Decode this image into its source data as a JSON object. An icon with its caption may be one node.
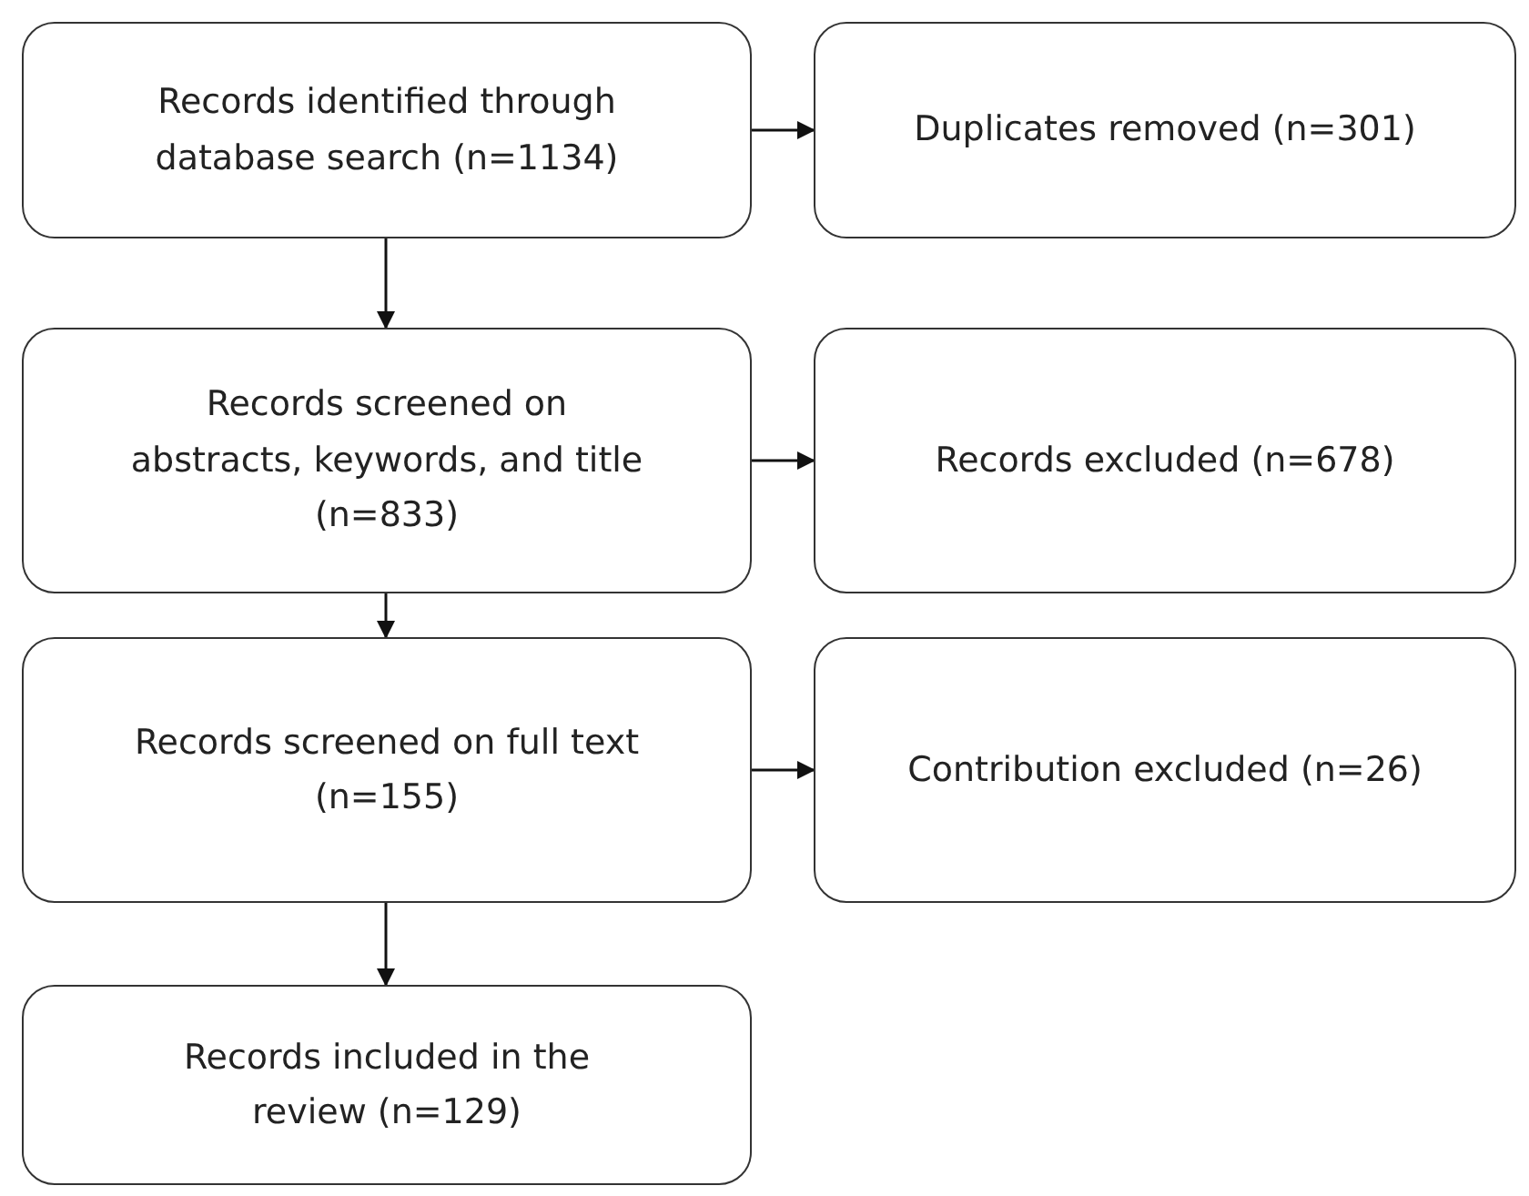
{
  "diagram": {
    "nodes": [
      {
        "text": [
          "Records identified through database search (n=1134)"
        ]
      },
      {
        "text": [
          "Duplicates removed (n=301)"
        ]
      },
      {
        "text": [
          "Records screened on abstracts, keywords, and title (n=833)"
        ]
      },
      {
        "text": [
          "Records excluded (n=678)"
        ]
      },
      {
        "text": [
          "Records screened on full text (n=155)"
        ]
      },
      {
        "text": [
          "Contribution excluded (n=26)"
        ]
      },
      {
        "text": [
          "Records included in the review (n=129)"
        ]
      }
    ],
    "edges": [
      {
        "from": 0,
        "to": 1,
        "arrow": "to"
      },
      {
        "from": 0,
        "to": 2,
        "arrow": "to"
      },
      {
        "from": 2,
        "to": 3,
        "arrow": "to"
      },
      {
        "from": 2,
        "to": 4,
        "arrow": "to"
      },
      {
        "from": 4,
        "to": 5,
        "arrow": "to"
      },
      {
        "from": 4,
        "to": 6,
        "arrow": "to"
      }
    ]
  }
}
